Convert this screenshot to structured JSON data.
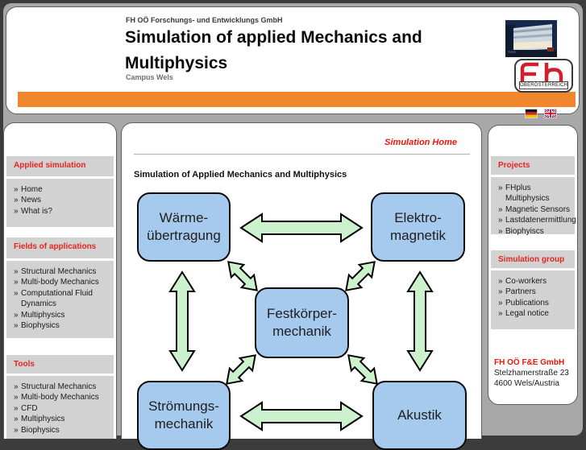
{
  "colors": {
    "accent_orange": "#f2862c",
    "accent_red": "#ee1509",
    "band_gray": "#d2d2d2",
    "box_blue": "#a6caee",
    "arrow_green": "#cbf2cc",
    "page_gray": "#a8a8a8"
  },
  "ui": {
    "bullet": "»"
  },
  "header": {
    "org": "FH OÖ Forschungs- und Entwicklungs GmbH",
    "title_line1": "Simulation of applied Mechanics and",
    "title_line2": "Multiphysics",
    "campus": "Campus Wels",
    "logo_region": "OBERÖSTERREICH"
  },
  "nav_left": {
    "sections": [
      {
        "title": "Applied simulation",
        "items": [
          "Home",
          "News",
          "What is?"
        ]
      },
      {
        "title": "Fields of applications",
        "items": [
          "Structural Mechanics",
          "Multi-body Mechanics",
          "Computational Fluid Dynamics",
          "Multiphysics",
          "Biophysics"
        ]
      },
      {
        "title": "Tools",
        "items": [
          "Structural Mechanics",
          "Multi-body Mechanics",
          "CFD",
          "Multiphysics",
          "Biophysics"
        ]
      }
    ]
  },
  "nav_right": {
    "sections": [
      {
        "title": "Projects",
        "items": [
          "FHplus Multiphysics",
          "Magnetic Sensors",
          "Lastdatenermittlung",
          "Biophyiscs"
        ]
      },
      {
        "title": "Simulation group",
        "items": [
          "Co-workers",
          "Partners",
          "Publications",
          "Legal notice"
        ]
      }
    ]
  },
  "contact": {
    "name": "FH OÖ F&E GmbH",
    "street": "Stelzhamerstraße 23",
    "city": "4600 Wels/Austria"
  },
  "main": {
    "breadcrumb": "Simulation Home",
    "heading": "Simulation of Applied Mechanics and Multiphysics",
    "diagram": {
      "boxes": {
        "waerme": {
          "line1": "Wärme-",
          "line2": "übertragung"
        },
        "elektro": {
          "line1": "Elektro-",
          "line2": "magnetik"
        },
        "festkoerper": {
          "line1": "Festkörper-",
          "line2": "mechanik"
        },
        "stroemung": {
          "line1": "Strömungs-",
          "line2": "mechanik"
        },
        "akustik": {
          "line1": "Akustik",
          "line2": ""
        }
      }
    }
  }
}
